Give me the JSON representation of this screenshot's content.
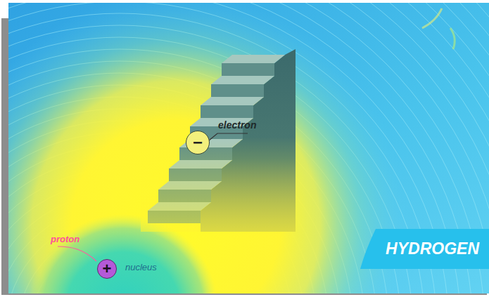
{
  "diagram": {
    "nodes": [
      {
        "text": [
          "−"
        ]
      },
      {
        "text": [
          "+"
        ]
      },
      {
        "text": [
          "HYDROGEN"
        ]
      }
    ],
    "labels": [
      "electron",
      "proton",
      "nucleus"
    ]
  }
}
